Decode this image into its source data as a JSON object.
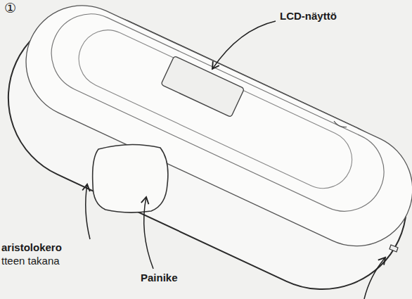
{
  "diagram": {
    "labels": [
      "①",
      "LCD-näyttö",
      "aristolokero",
      "tteen takana",
      "Painike"
    ]
  }
}
